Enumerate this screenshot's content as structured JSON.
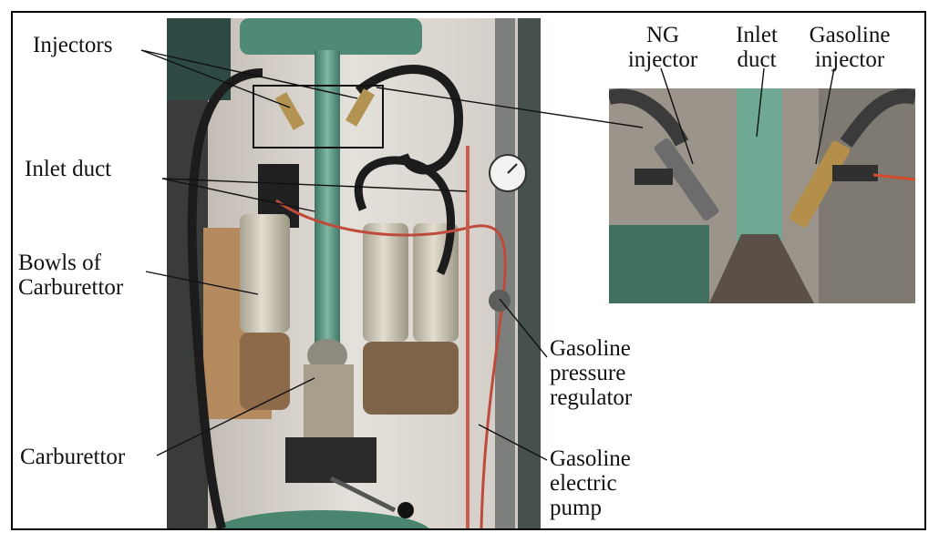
{
  "figure": {
    "labels": {
      "injectors": "Injectors",
      "inlet_duct_main": "Inlet duct",
      "bowls_line1": "Bowls of",
      "bowls_line2": "Carburettor",
      "carburettor": "Carburettor",
      "pressure_line1": "Gasoline",
      "pressure_line2": "pressure",
      "pressure_line3": "regulator",
      "pump_line1": "Gasoline",
      "pump_line2": "electric",
      "pump_line3": "pump",
      "ng_line1": "NG",
      "ng_line2": "injector",
      "inlet_detail_line1": "Inlet",
      "inlet_detail_line2": "duct",
      "gas_inj_line1": "Gasoline",
      "gas_inj_line2": "injector"
    },
    "colors": {
      "pipe_green": "#5f9a86",
      "bowl_gray": "#c9c3b2",
      "wall": "#d8d3cc",
      "hose_black": "#1c1c1c",
      "wire_red": "#c04a3a"
    }
  }
}
